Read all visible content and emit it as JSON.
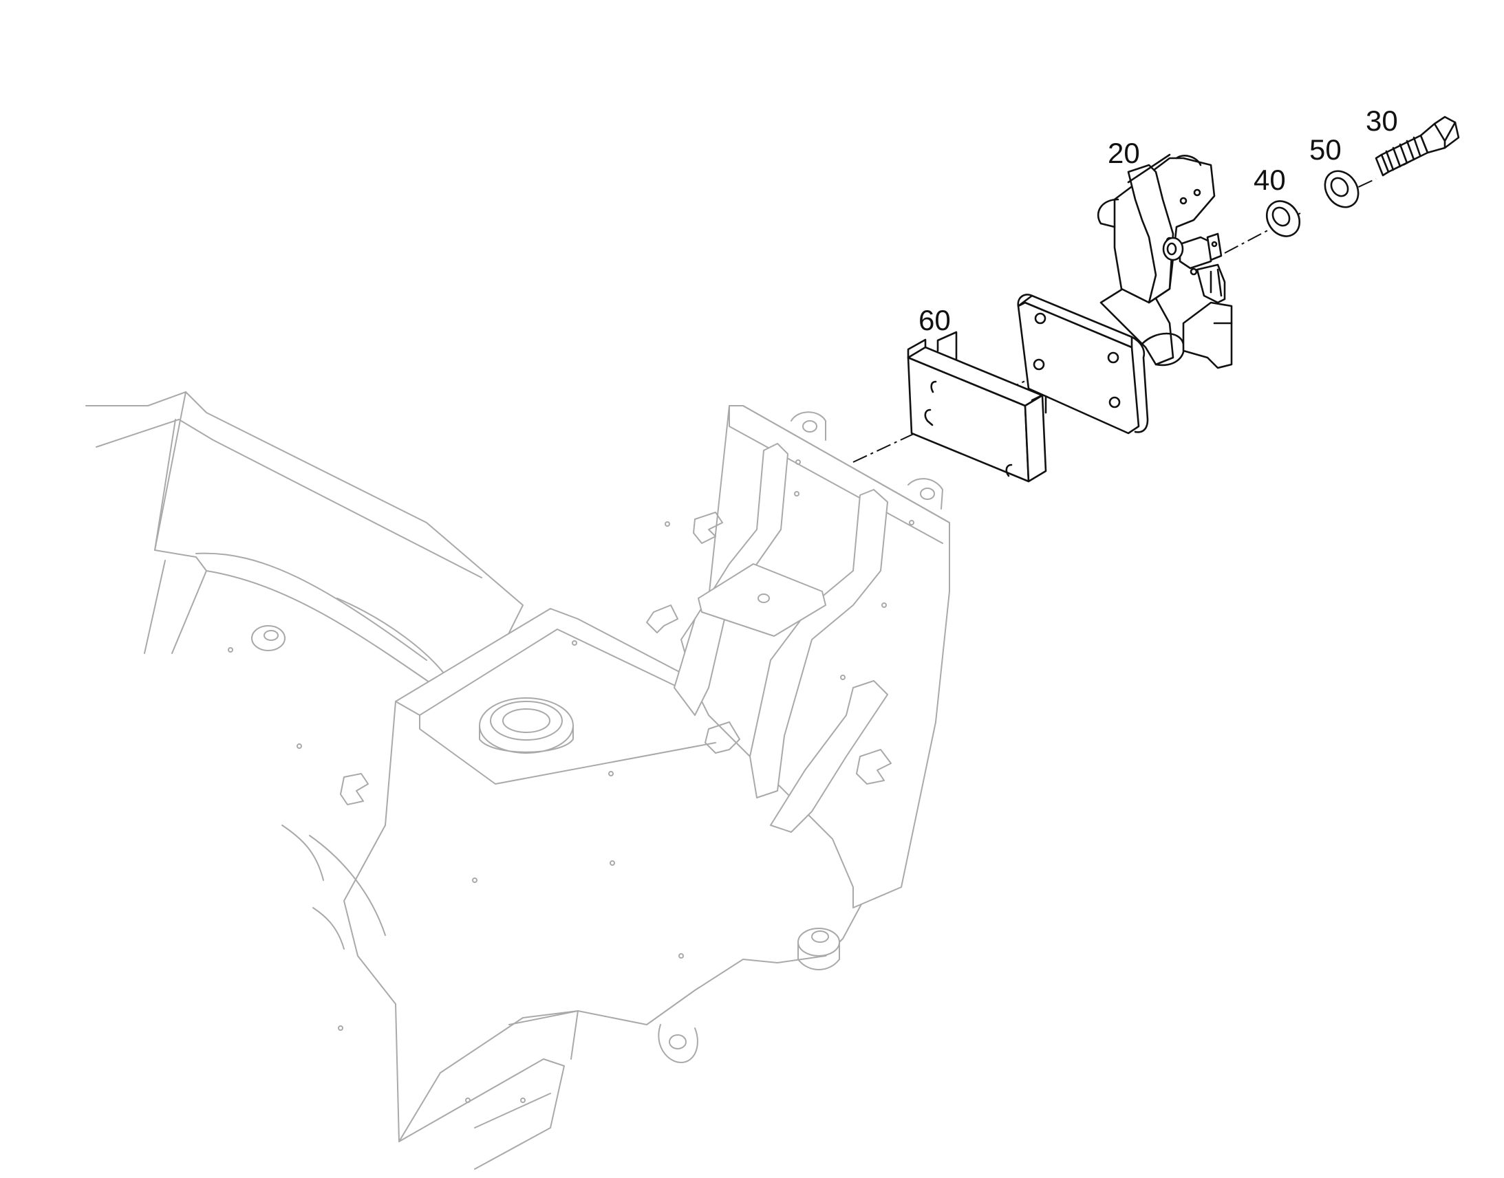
{
  "callouts": {
    "part_20": "20",
    "part_30": "30",
    "part_40": "40",
    "part_50": "50",
    "part_60": "60"
  },
  "colors": {
    "frame_line": "#a9a9a9",
    "part_line": "#111111",
    "background": "#ffffff"
  }
}
